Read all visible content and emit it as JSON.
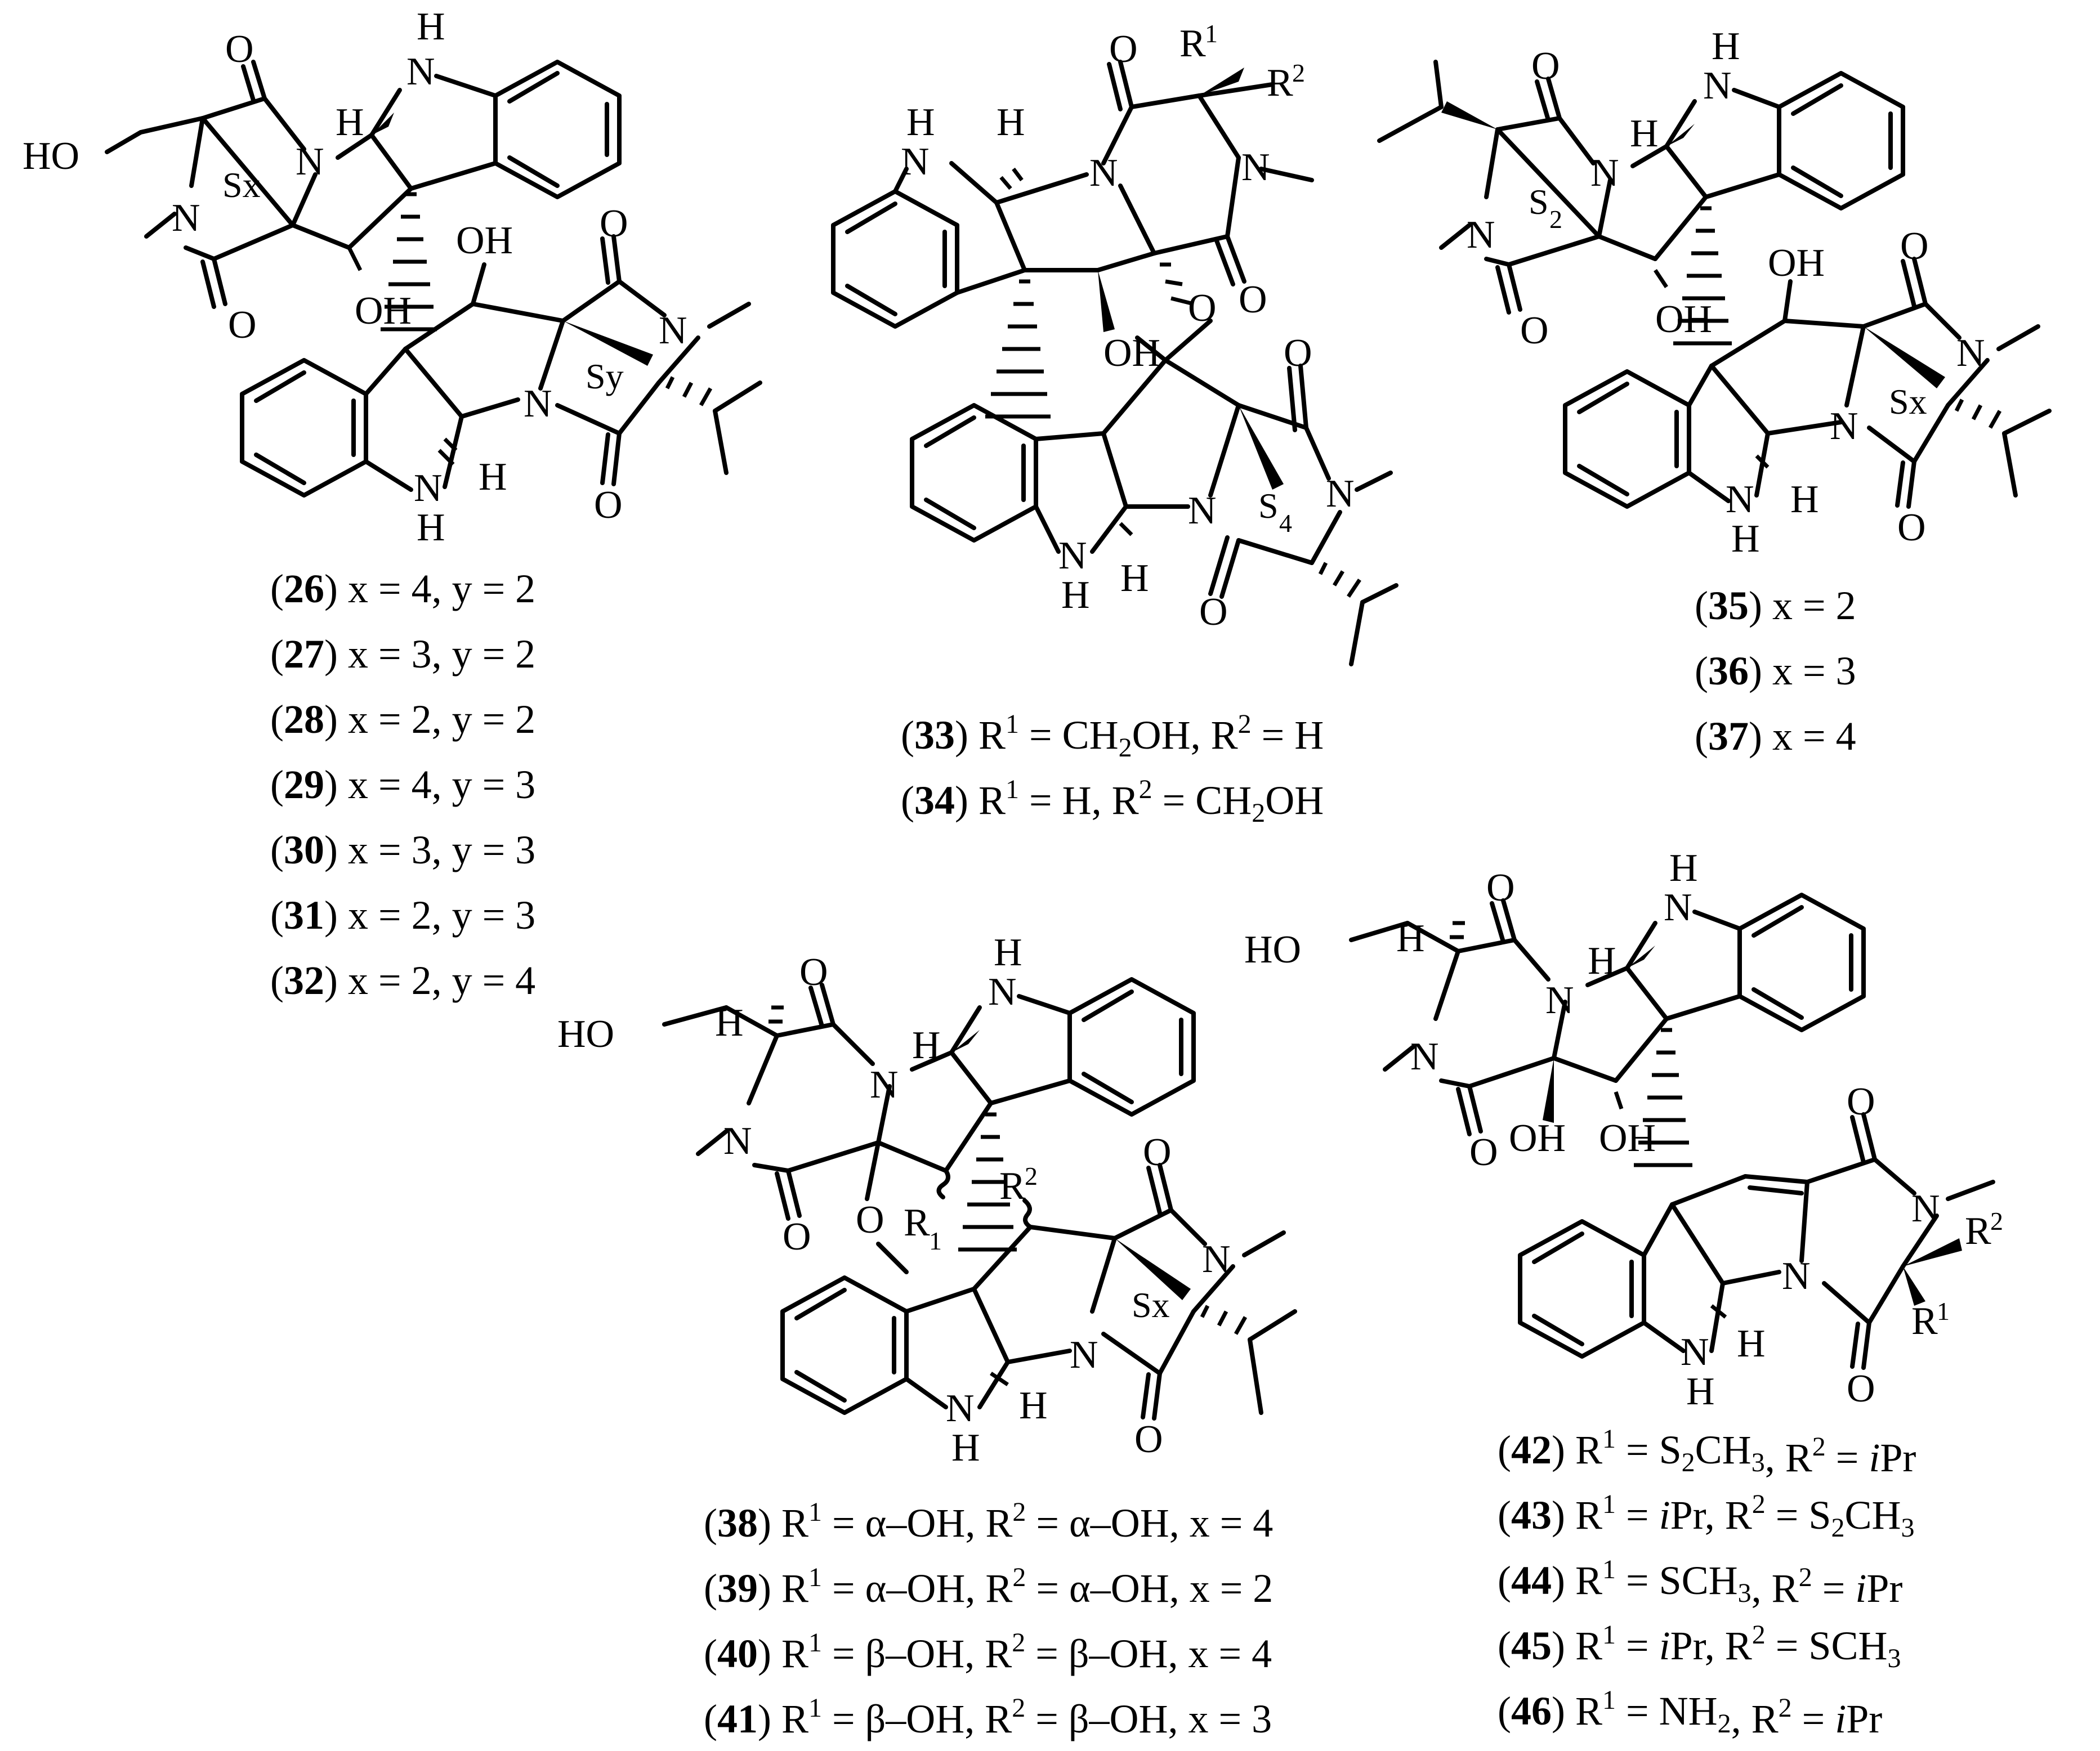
{
  "figure": {
    "atoms": {
      "H": "H",
      "N": "N",
      "O": "O",
      "OH": "OH",
      "HO": "HO",
      "Sx": "Sx",
      "Sy": "Sy",
      "S": "S",
      "S2_sub": "2",
      "S4_sub": "4",
      "R": "R",
      "one": "1",
      "two": "2"
    }
  },
  "captions": {
    "group_a": [
      {
        "id": "26",
        "text": "x = 4, y = 2"
      },
      {
        "id": "27",
        "text": "x = 3, y = 2"
      },
      {
        "id": "28",
        "text": "x = 2, y = 2"
      },
      {
        "id": "29",
        "text": "x = 4, y = 3"
      },
      {
        "id": "30",
        "text": "x = 3, y = 3"
      },
      {
        "id": "31",
        "text": "x = 2, y = 3"
      },
      {
        "id": "32",
        "text": "x = 2, y = 4"
      }
    ],
    "group_b": [
      {
        "id": "33",
        "r1": "CH",
        "r1_sub": "2",
        "r1_tail": "OH",
        "r2": "H"
      },
      {
        "id": "34",
        "r1": "H",
        "r2": "CH",
        "r2_sub": "2",
        "r2_tail": "OH"
      }
    ],
    "group_c": [
      {
        "id": "35",
        "text": "x = 2"
      },
      {
        "id": "36",
        "text": "x = 3"
      },
      {
        "id": "37",
        "text": "x = 4"
      }
    ],
    "group_d": [
      {
        "id": "38",
        "r1": "α–OH",
        "r2": "α–OH",
        "x": "x = 4"
      },
      {
        "id": "39",
        "r1": "α–OH",
        "r2": "α–OH",
        "x": "x = 2"
      },
      {
        "id": "40",
        "r1": "β–OH",
        "r2": "β–OH",
        "x": "x = 4"
      },
      {
        "id": "41",
        "r1": "β–OH",
        "r2": "β–OH",
        "x": "x = 3"
      }
    ],
    "group_e": [
      {
        "id": "42",
        "r1": "S",
        "r1_sub": "2",
        "r1_tail": "CH",
        "r1_sub2": "3",
        "r2": "iPr"
      },
      {
        "id": "43",
        "r1": "iPr",
        "r2": "S",
        "r2_sub": "2",
        "r2_tail": "CH",
        "r2_sub2": "3"
      },
      {
        "id": "44",
        "r1": "SCH",
        "r1_sub": "3",
        "r2": "iPr"
      },
      {
        "id": "45",
        "r1": "iPr",
        "r2": "SCH",
        "r2_sub": "3"
      },
      {
        "id": "46",
        "r1": "NH",
        "r1_sub": "2",
        "r2": "iPr"
      }
    ],
    "labels": {
      "open": "(",
      "close": ")",
      "R": "R",
      "sup1": "1",
      "sup2": "2",
      "eq": " = ",
      "comma": ", "
    }
  }
}
